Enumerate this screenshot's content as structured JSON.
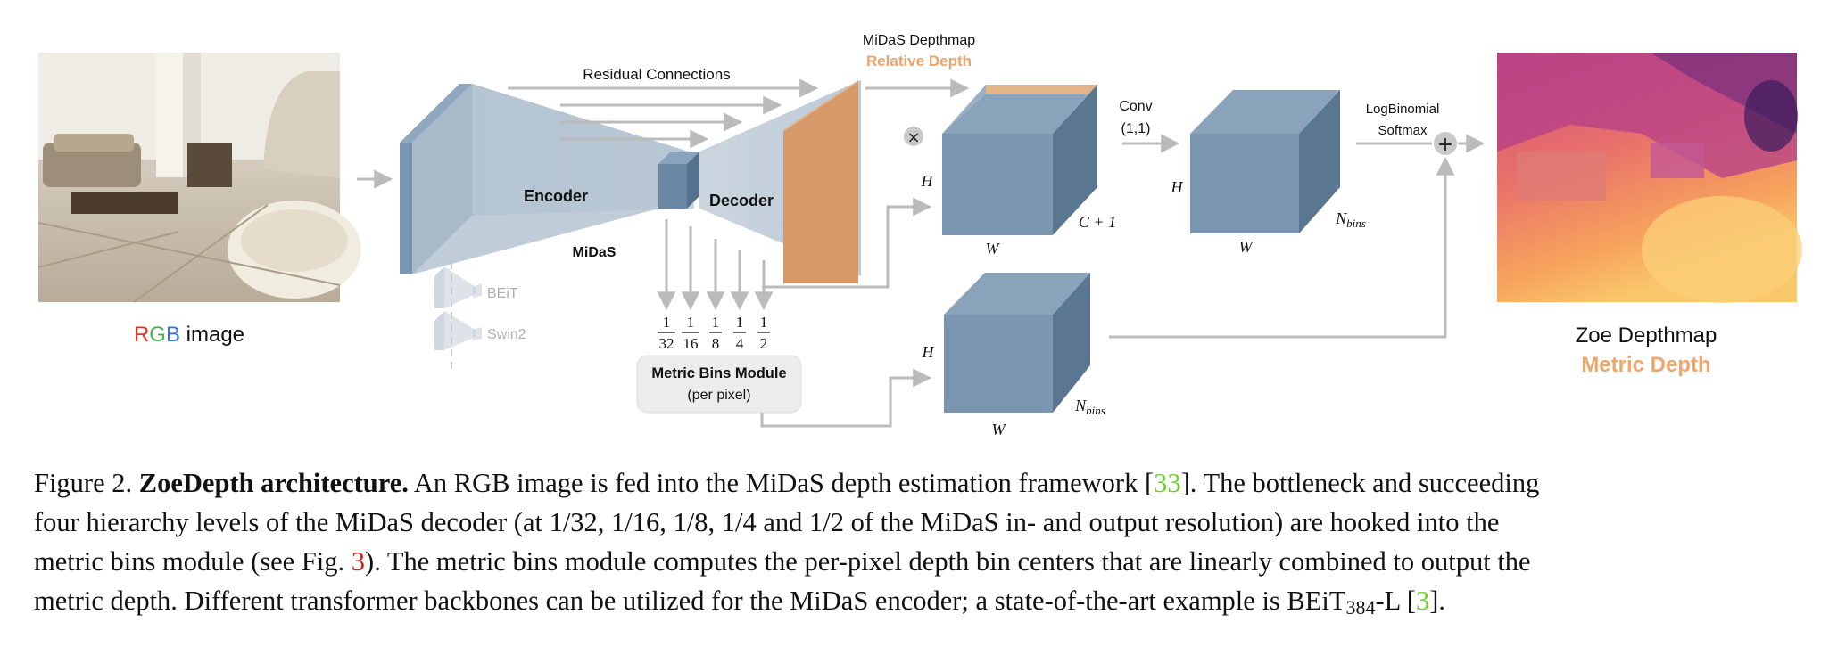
{
  "figure": {
    "input_label": {
      "r": "R",
      "g": "G",
      "b": "B",
      "rest": " image"
    },
    "residual_label": "Residual Connections",
    "encoder_label": "Encoder",
    "decoder_label": "Decoder",
    "midas_label": "MiDaS",
    "backbones": [
      "BEiT",
      "Swin2"
    ],
    "fractions": [
      {
        "num": "1",
        "den": "32"
      },
      {
        "num": "1",
        "den": "16"
      },
      {
        "num": "1",
        "den": "8"
      },
      {
        "num": "1",
        "den": "4"
      },
      {
        "num": "1",
        "den": "2"
      }
    ],
    "metric_bins_title": "Metric Bins Module",
    "metric_bins_sub": "(per pixel)",
    "midas_depthmap_title": "MiDaS Depthmap",
    "midas_depthmap_sub": "Relative Depth",
    "multiply_symbol": "×",
    "conv_label_1": "Conv",
    "conv_label_2": "(1,1)",
    "logbinomial_1": "LogBinomial",
    "logbinomial_2": "Softmax",
    "plus_symbol": "+",
    "dim_H": "H",
    "dim_W": "W",
    "dim_c1": "C + 1",
    "dim_nbins_base": "N",
    "dim_nbins_sub": "bins",
    "zoe_title": "Zoe Depthmap",
    "zoe_sub": "Metric Depth",
    "colors": {
      "box": "#7b96b0",
      "orange": "#d69a6a",
      "red": "#e03020",
      "green": "#4caf50",
      "blue": "#3a6fd8",
      "grey": "#b5b5b5"
    }
  },
  "caption": {
    "l1_a": "Figure 2. ",
    "l1_b": "ZoeDepth architecture.",
    "l1_c": " An RGB image is fed into the MiDaS depth estimation framework [",
    "l1_cite": "33",
    "l1_d": "]. The bottleneck and succeeding",
    "l2": "four hierarchy levels of the MiDaS decoder (at 1/32, 1/16, 1/8, 1/4 and 1/2 of the MiDaS in- and output resolution) are hooked into the",
    "l3_a": "metric bins module (see Fig. ",
    "l3_cite": "3",
    "l3_b": "). The metric bins module computes the per-pixel depth bin centers that are linearly combined to output the",
    "l4_a": "metric depth. Different transformer backbones can be utilized for the MiDaS encoder; a state-of-the-art example is BEiT",
    "l4_sub": "384",
    "l4_b": "-L [",
    "l4_cite": "3",
    "l4_c": "]."
  }
}
